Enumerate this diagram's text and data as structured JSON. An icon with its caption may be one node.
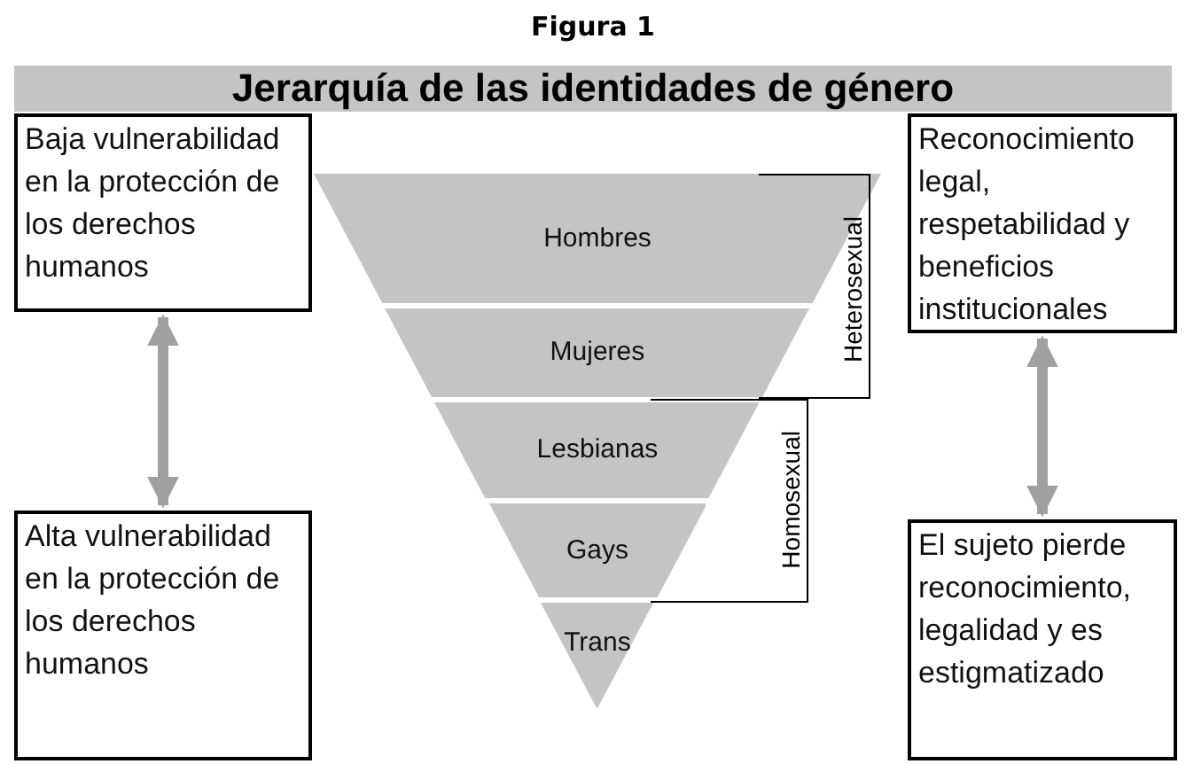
{
  "diagram": {
    "title": "Jerarquía de las identidades de género",
    "nodes": [
      {
        "text": [
          "Baja vulnerabilidad en la protección de los derechos humanos"
        ]
      },
      {
        "text": [
          "Alta vulnerabilidad en la protección de los derechos humanos"
        ]
      },
      {
        "text": [
          "Hombres"
        ]
      },
      {
        "text": [
          "Mujeres"
        ]
      },
      {
        "text": [
          "Lesbianas"
        ]
      },
      {
        "text": [
          "Gays"
        ]
      },
      {
        "text": [
          "Trans"
        ]
      },
      {
        "text": [
          "Heterosexual"
        ]
      },
      {
        "text": [
          "Homosexual"
        ]
      },
      {
        "text": [
          "Reconocimiento legal, respetabilidad y beneficios institucionales"
        ]
      },
      {
        "text": [
          "El sujeto pierde reconocimiento, legalidad y es estigmatizado"
        ]
      }
    ],
    "edges": [
      {
        "from": 0,
        "to": 1,
        "arrow": "both"
      },
      {
        "from": 9,
        "to": 10,
        "arrow": "both"
      }
    ],
    "labels": [
      "Figura 1"
    ]
  }
}
